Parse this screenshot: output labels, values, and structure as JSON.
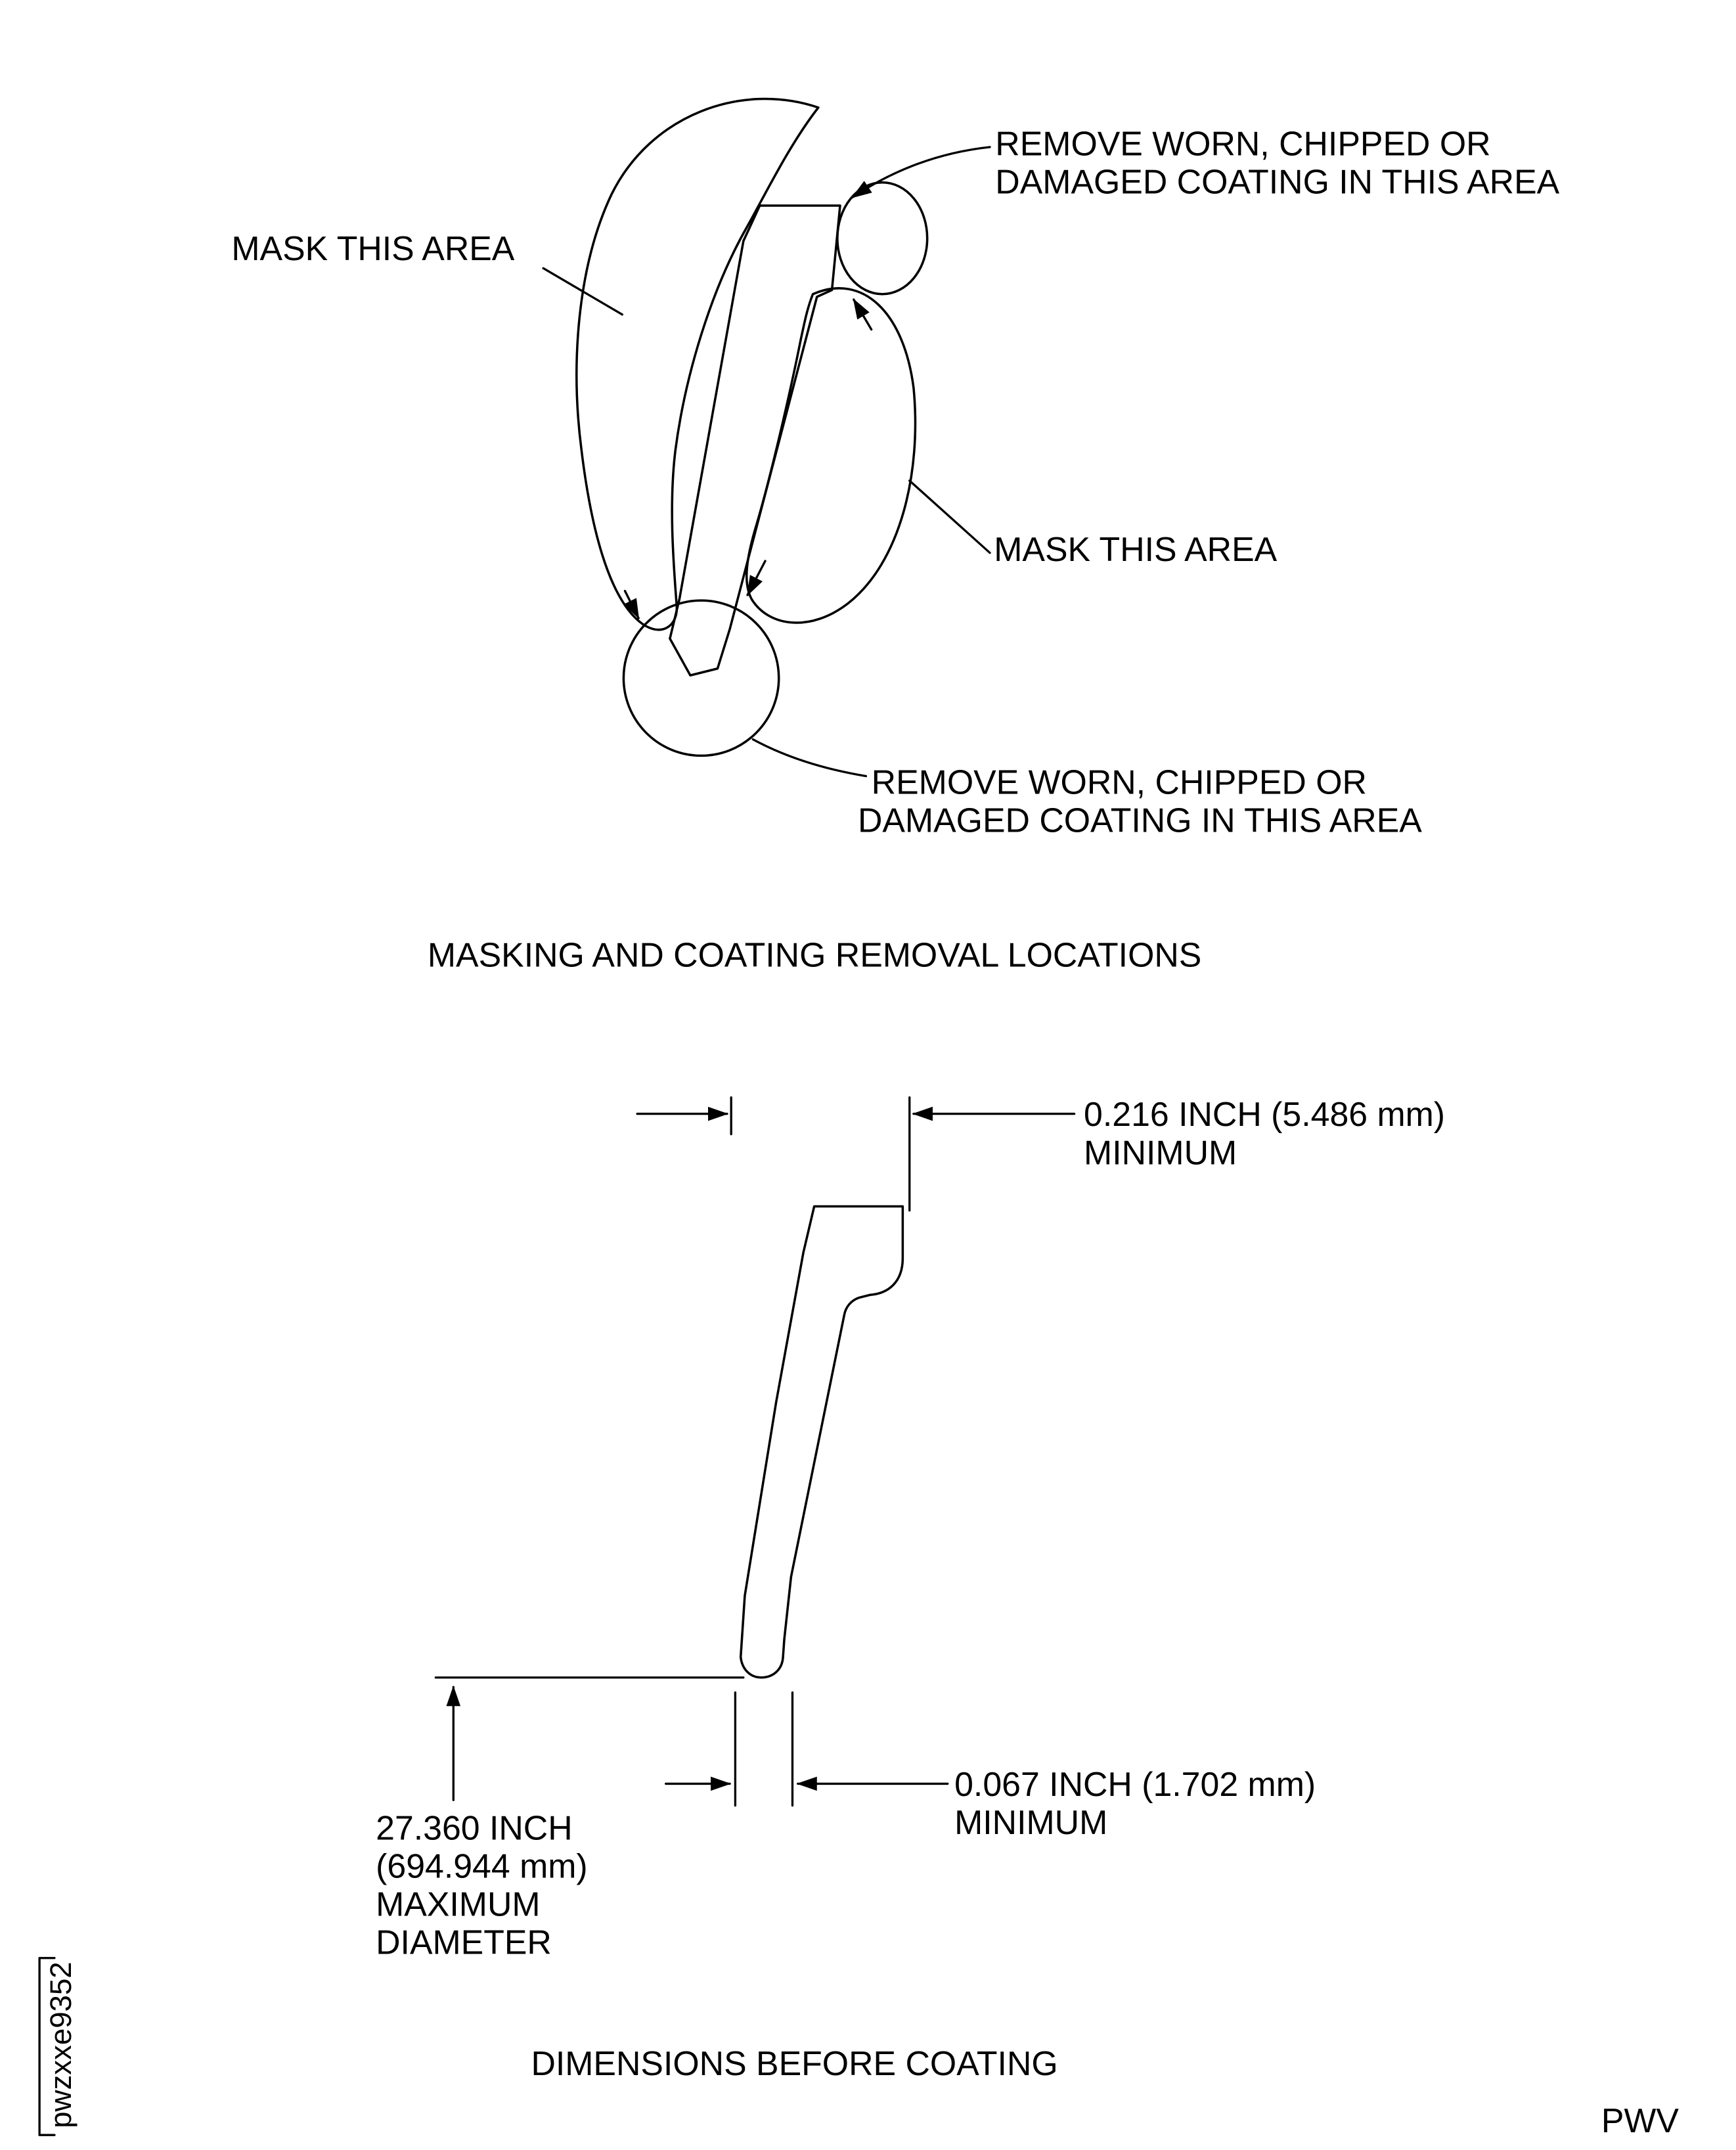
{
  "page": {
    "background_color": "#ffffff",
    "line_color": "#000000",
    "side_code": "pwzxxe9352",
    "corner_code": "PWV"
  },
  "masking_figure": {
    "caption": "MASKING AND COATING REMOVAL LOCATIONS",
    "labels": {
      "remove_top": [
        "REMOVE WORN, CHIPPED OR",
        "DAMAGED COATING IN THIS AREA"
      ],
      "mask_left": "MASK THIS AREA",
      "mask_right": "MASK THIS AREA",
      "remove_bottom": [
        "REMOVE WORN, CHIPPED OR",
        "DAMAGED COATING IN THIS AREA"
      ]
    }
  },
  "dimensions_figure": {
    "caption": "DIMENSIONS BEFORE COATING",
    "dimensions": {
      "top_width": [
        "0.216 INCH (5.486 mm)",
        "MINIMUM"
      ],
      "tip_width": [
        "0.067 INCH (1.702 mm)",
        "MINIMUM"
      ],
      "max_diameter": [
        "27.360 INCH",
        "(694.944 mm)",
        "MAXIMUM",
        "DIAMETER"
      ]
    }
  }
}
